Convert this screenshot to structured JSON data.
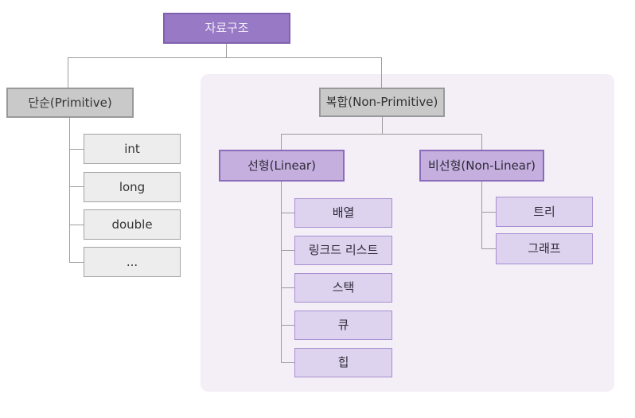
{
  "colors": {
    "root-fill": "#9879c5",
    "root-border": "#7f61ae",
    "root-text": "#f1ecf8",
    "gray-fill": "#c9c9ca",
    "gray-border": "#97999b",
    "purple-fill": "#c5afdf",
    "purple-border": "#8a6cba",
    "light-purple-fill": "#ded3ee",
    "light-purple-border": "#a78fd1",
    "light-gray-fill": "#ededed",
    "light-gray-border": "#a3a3a3",
    "panel-bg": "#f4eef7",
    "line": "#9c9c9c",
    "text-dark": "#333333"
  },
  "nodes": {
    "root": "자료구조",
    "primitive": "단순(Primitive)",
    "non_primitive": "복합(Non-Primitive)",
    "linear": "선형(Linear)",
    "non_linear": "비선형(Non-Linear)",
    "primitive_children": [
      "int",
      "long",
      "double",
      "..."
    ],
    "linear_children": [
      "배열",
      "링크드 리스트",
      "스택",
      "큐",
      "힙"
    ],
    "non_linear_children": [
      "트리",
      "그래프"
    ]
  }
}
